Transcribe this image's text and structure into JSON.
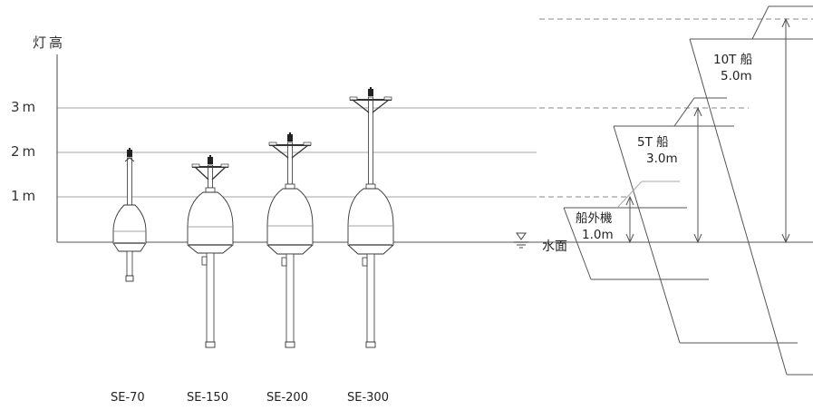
{
  "axis": {
    "title": "灯高",
    "ticks": [
      {
        "label": "3m",
        "value": 3
      },
      {
        "label": "2m",
        "value": 2
      },
      {
        "label": "1m",
        "value": 1
      }
    ]
  },
  "water_surface_label": "水面",
  "buoys": [
    {
      "model": "SE-70"
    },
    {
      "model": "SE-150"
    },
    {
      "model": "SE-200"
    },
    {
      "model": "SE-300"
    }
  ],
  "boats": [
    {
      "name": "10T 船",
      "height": "5.0m"
    },
    {
      "name": "5T 船",
      "height": "3.0m"
    },
    {
      "name": "船外機",
      "height": "1.0m"
    }
  ]
}
